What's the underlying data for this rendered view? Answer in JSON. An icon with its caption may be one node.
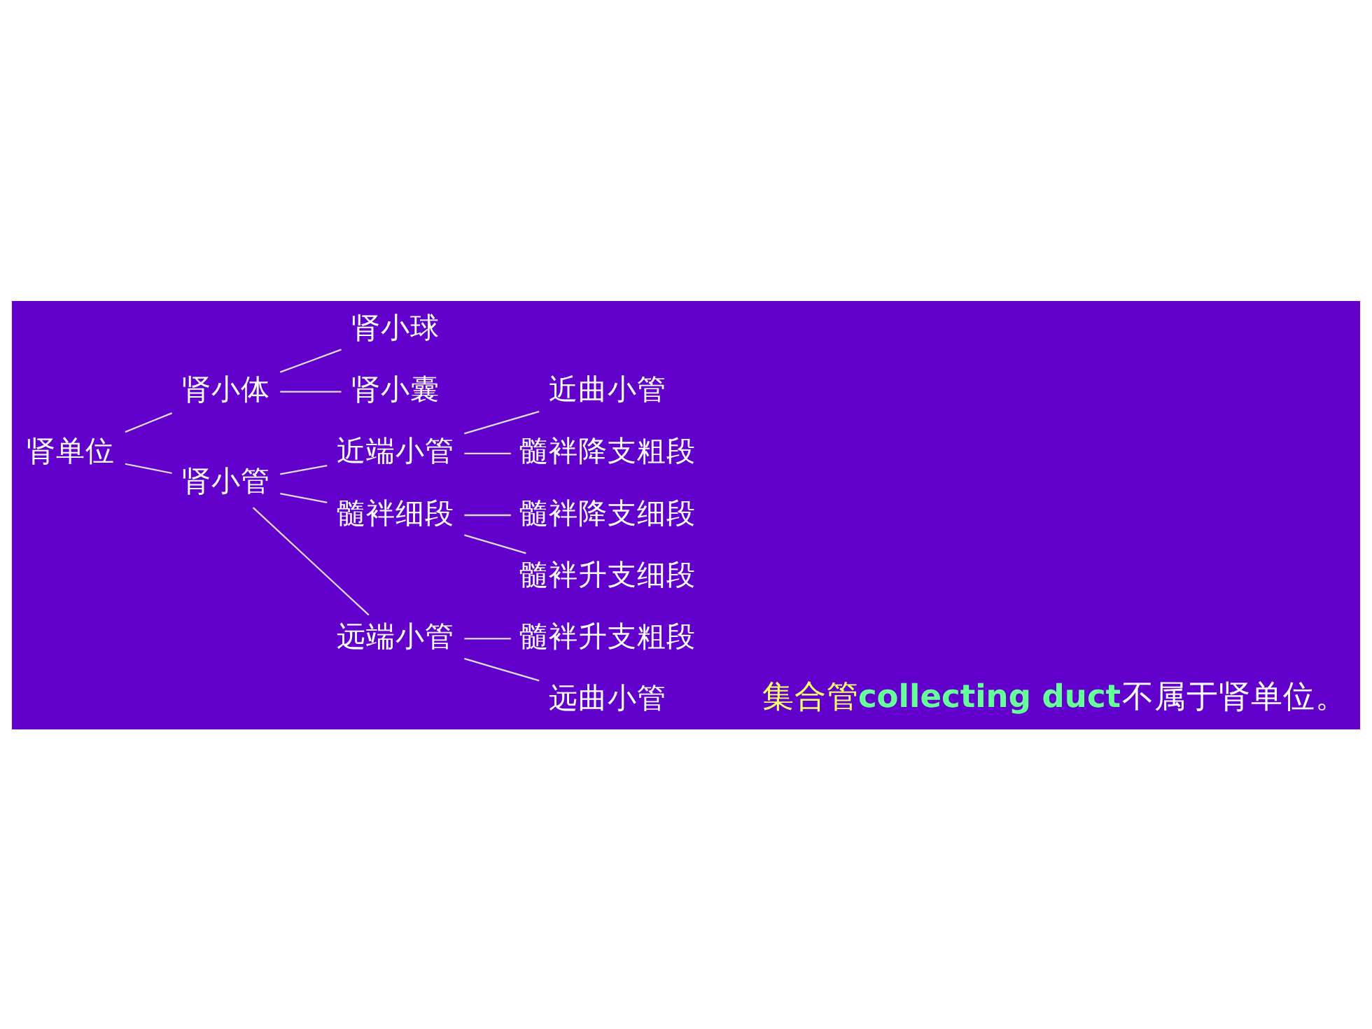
{
  "diagram": {
    "nodes": [
      {
        "text": [
          "肾单位"
        ]
      },
      {
        "text": [
          "肾小体"
        ]
      },
      {
        "text": [
          "肾小球"
        ]
      },
      {
        "text": [
          "肾小囊"
        ]
      },
      {
        "text": [
          "肾小管"
        ]
      },
      {
        "text": [
          "近端小管"
        ]
      },
      {
        "text": [
          "髓袢细段"
        ]
      },
      {
        "text": [
          "远端小管"
        ]
      },
      {
        "text": [
          "近曲小管"
        ]
      },
      {
        "text": [
          "髓袢降支粗段"
        ]
      },
      {
        "text": [
          "髓袢降支细段"
        ]
      },
      {
        "text": [
          "髓袢升支细段"
        ]
      },
      {
        "text": [
          "髓袢升支粗段"
        ]
      },
      {
        "text": [
          "远曲小管"
        ]
      }
    ],
    "edges": [
      {
        "from": 0,
        "to": 1,
        "arrow": "none"
      },
      {
        "from": 0,
        "to": 4,
        "arrow": "none"
      },
      {
        "from": 1,
        "to": 2,
        "arrow": "none"
      },
      {
        "from": 1,
        "to": 3,
        "arrow": "none"
      },
      {
        "from": 4,
        "to": 5,
        "arrow": "none"
      },
      {
        "from": 4,
        "to": 6,
        "arrow": "none"
      },
      {
        "from": 4,
        "to": 7,
        "arrow": "none"
      },
      {
        "from": 5,
        "to": 8,
        "arrow": "none"
      },
      {
        "from": 5,
        "to": 9,
        "arrow": "none"
      },
      {
        "from": 6,
        "to": 10,
        "arrow": "none"
      },
      {
        "from": 6,
        "to": 11,
        "arrow": "none"
      },
      {
        "from": 7,
        "to": 12,
        "arrow": "none"
      },
      {
        "from": 7,
        "to": 13,
        "arrow": "none"
      }
    ],
    "labels": [
      "集合管",
      "collecting duct",
      "不属于肾单位。"
    ]
  }
}
